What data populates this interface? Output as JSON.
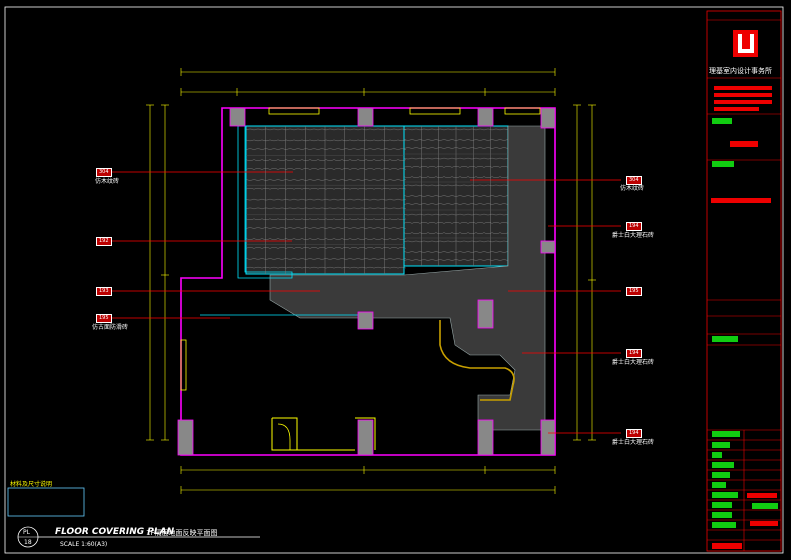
{
  "title_block": {
    "firm_name": "理基室内设计事务所",
    "pl_label": "PL",
    "pl_number": "18"
  },
  "drawing": {
    "title_en": "FLOOR COVERING PLAN",
    "title_cn": "1F隔层地面反映平面图",
    "scale": "SCALE 1:60(A3)"
  },
  "legend": {
    "title": "材料及尺寸说明"
  },
  "callouts": [
    {
      "code": "304",
      "text": "仿木纹砖"
    },
    {
      "code": "192"
    },
    {
      "code": "193"
    },
    {
      "code": "195",
      "text": "仿古面防滑砖"
    },
    {
      "code": "304",
      "text": "仿木纹砖"
    },
    {
      "code": "194",
      "text": "爵士白大理石砖"
    },
    {
      "code": "195"
    },
    {
      "code": "194",
      "text": "爵士白大理石砖"
    },
    {
      "code": "194",
      "text": "爵士白大理石砖"
    }
  ],
  "colors": {
    "wall": "#ff00ff",
    "inner": "#00e5ff",
    "dim": "#ffff00",
    "leader": "#ff0000",
    "frame": "#ff0000",
    "curve": "#c8a000"
  }
}
